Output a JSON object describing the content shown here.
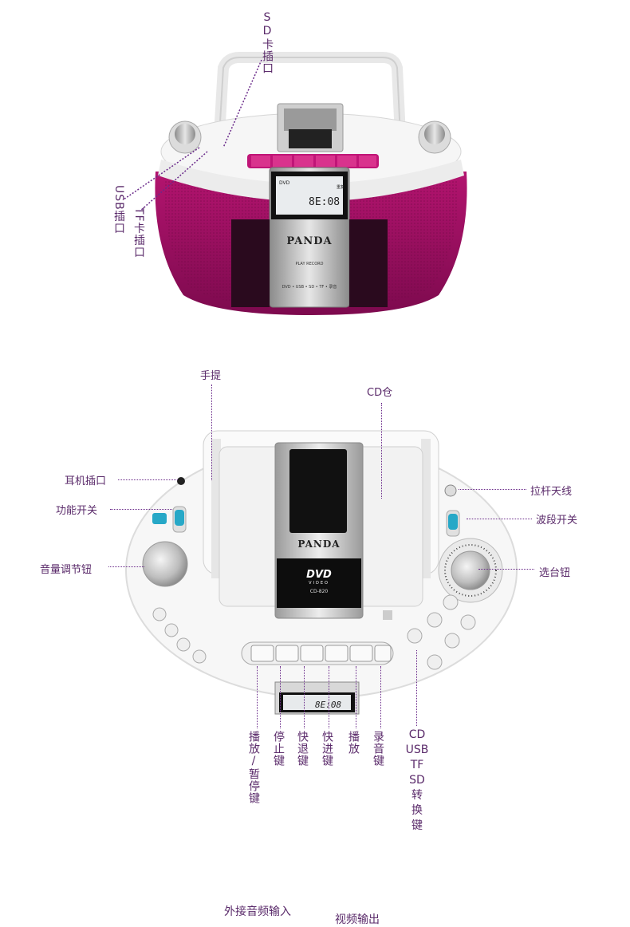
{
  "top_product": {
    "brand": "PANDA",
    "panel_sub": "PLAY RECORD",
    "panel_formats": "DVD • USB • SD • TF • 录音",
    "display_digits": "8E:08",
    "display_tag": "DVD",
    "display_right": "重复",
    "callouts": {
      "sd": "SD卡插口",
      "usb": "USB插口",
      "tf": "TF卡插口"
    }
  },
  "bottom_product": {
    "brand": "PANDA",
    "dvd_logo": "DVD",
    "dvd_sub": "VIDEO",
    "model": "CD-820",
    "display_digits": "8E:08",
    "callouts": {
      "handle": "手提",
      "cd_bay": "CD仓",
      "headphone": "耳机插口",
      "function_switch": "功能开关",
      "volume": "音量调节钮",
      "antenna": "拉杆天线",
      "band_switch": "波段开关",
      "tuning": "选台钮"
    },
    "key_labels": {
      "play_pause": "播放/暂停键",
      "stop": "停止键",
      "rewind": "快退键",
      "forward": "快进键",
      "play": "播放",
      "record": "录音键",
      "source_switch": [
        "CD",
        "USB",
        "TF",
        "SD",
        "转",
        "换",
        "键"
      ]
    }
  },
  "footer": {
    "aux_in": "外接音频输入",
    "video_out": "视频输出"
  }
}
